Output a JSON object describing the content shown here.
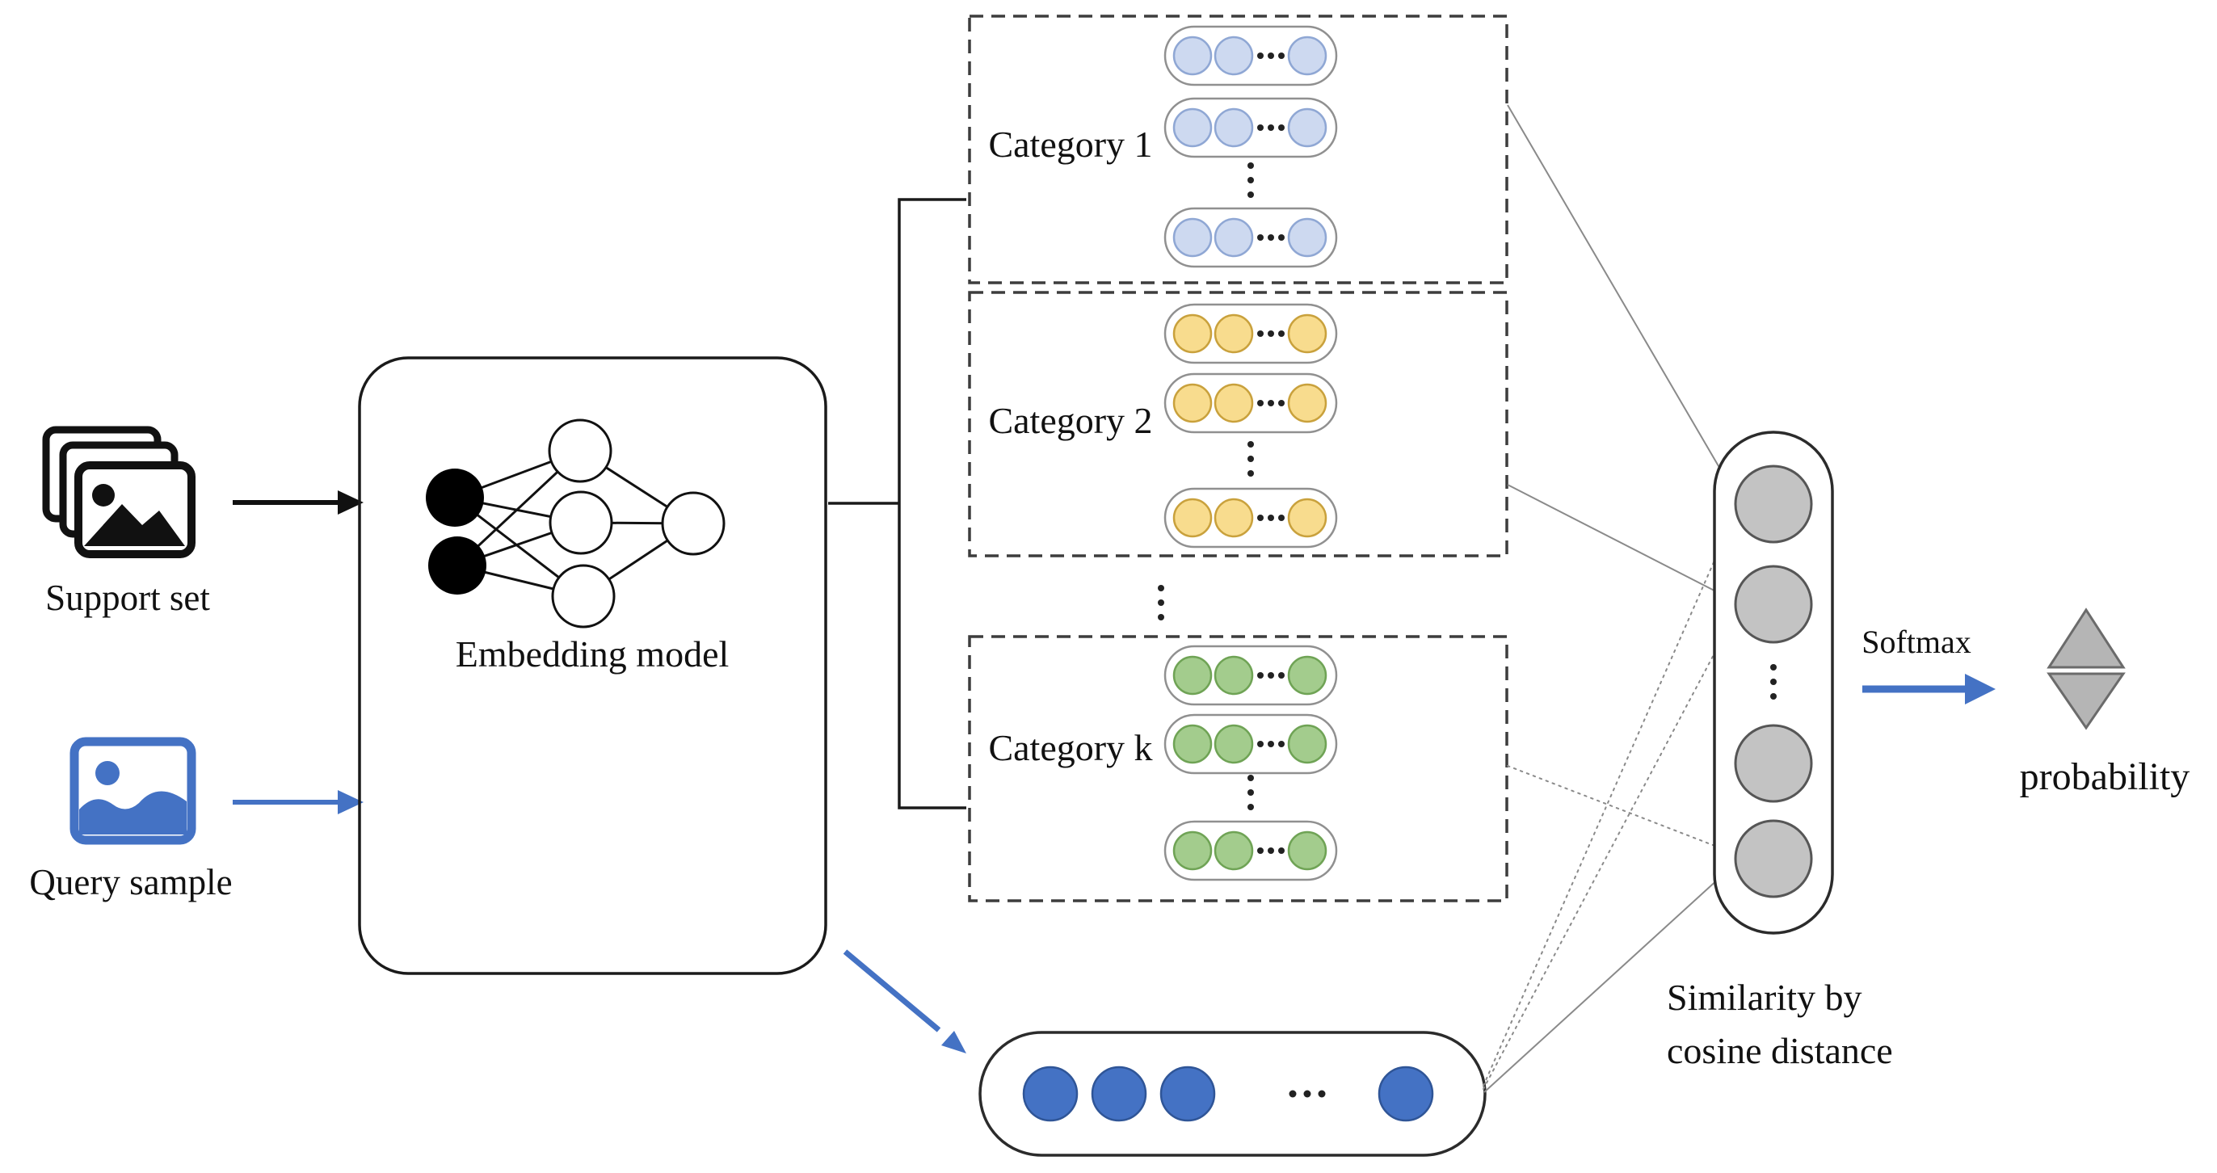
{
  "figure": {
    "support": {
      "label": "Support set"
    },
    "query": {
      "label": "Query sample"
    },
    "embedding": {
      "label": "Embedding model"
    },
    "categories": [
      {
        "label": "Category 1"
      },
      {
        "label": "Category 2"
      },
      {
        "label": "Category k"
      }
    ],
    "similarity": {
      "line1": "Similarity by",
      "line2": "cosine distance"
    },
    "softmax": {
      "label": "Softmax"
    },
    "probability": {
      "label": "probability"
    },
    "colors": {
      "accent_blue": "#4472c4",
      "ink": "#1a1a1a",
      "category1_fill": "#cdd9f0",
      "category1_stroke": "#8fa7d4",
      "category2_fill": "#f8dc8e",
      "category2_stroke": "#c9a13c",
      "categoryk_fill": "#a3cc8d",
      "categoryk_stroke": "#6fa355",
      "query_node_fill": "#4472c4",
      "query_node_stroke": "#2f5597",
      "similarity_node_fill": "#c3c3c3",
      "similarity_node_stroke": "#565656"
    }
  }
}
